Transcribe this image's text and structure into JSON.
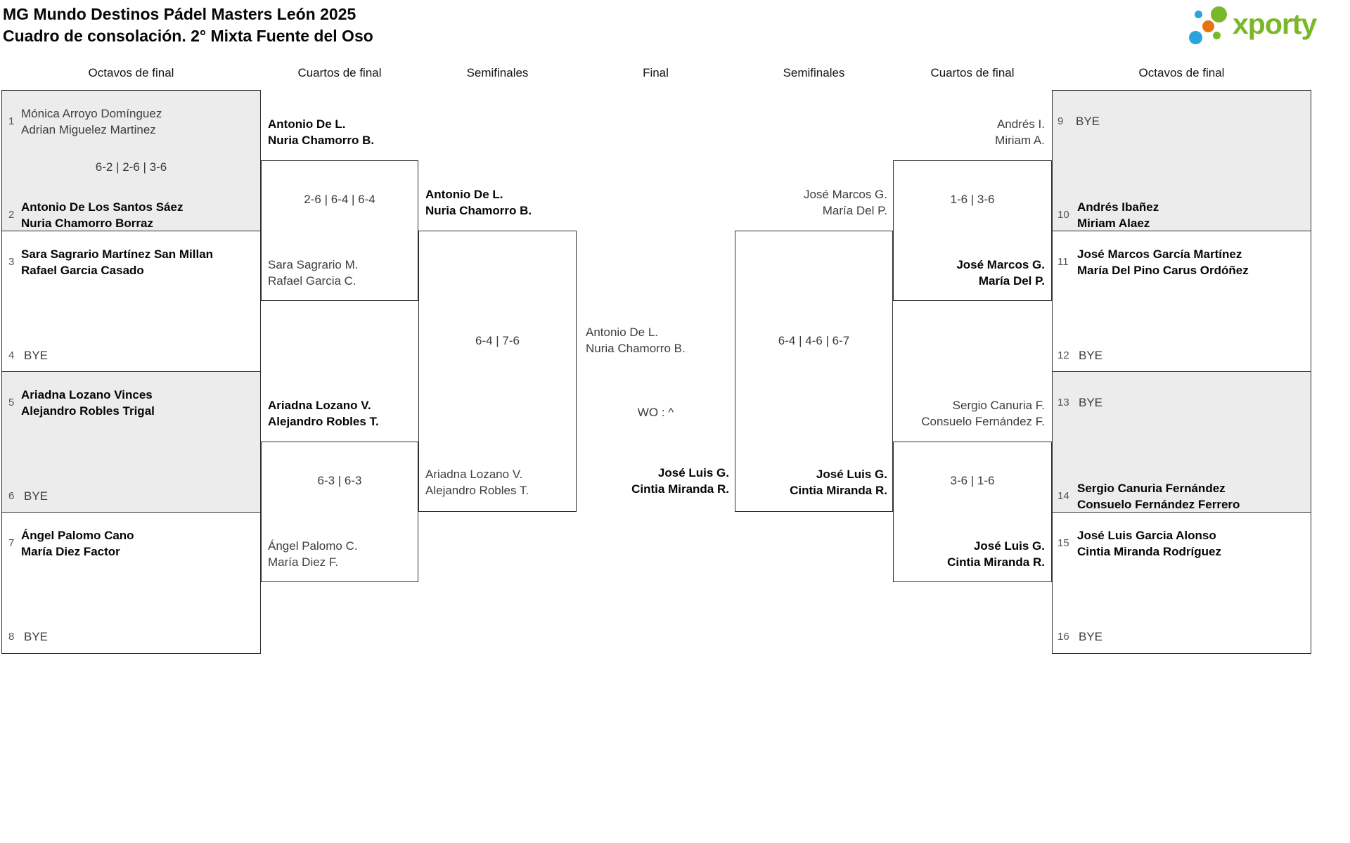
{
  "title": {
    "line1": "MG Mundo Destinos Pádel Masters León 2025",
    "line2": "Cuadro de consolación. 2° Mixta Fuente del Oso"
  },
  "logo": {
    "brand": "xporty",
    "green": "#7ab829",
    "blue": "#29a4dd",
    "orange": "#e87311"
  },
  "headers": [
    "Octavos de final",
    "Cuartos de final",
    "Semifinales",
    "Final",
    "Semifinales",
    "Cuartos de final",
    "Octavos de final"
  ],
  "octavos_left": {
    "m1": {
      "seed_top": "1",
      "top1": "Mónica Arroyo Domínguez",
      "top2": "Adrian Miguelez Martinez",
      "score": "6-2 | 2-6 | 3-6",
      "seed_bottom": "2",
      "bottom1": "Antonio De Los Santos Sáez",
      "bottom2": "Nuria Chamorro Borraz"
    },
    "m2": {
      "seed_top": "3",
      "top1": "Sara Sagrario Martínez San Millan",
      "top2": "Rafael Garcia Casado",
      "seed_bottom": "4",
      "bottom_bye": "BYE"
    },
    "m3": {
      "seed_top": "5",
      "top1": "Ariadna Lozano Vinces",
      "top2": "Alejandro Robles Trigal",
      "seed_bottom": "6",
      "bottom_bye": "BYE"
    },
    "m4": {
      "seed_top": "7",
      "top1": "Ángel Palomo Cano",
      "top2": "María Diez Factor",
      "seed_bottom": "8",
      "bottom_bye": "BYE"
    }
  },
  "octavos_right": {
    "m1": {
      "seed_top": "9",
      "top_bye": "BYE",
      "seed_bottom": "10",
      "bottom1": "Andrés Ibañez",
      "bottom2": "Miriam Alaez"
    },
    "m2": {
      "seed_top": "11",
      "top1": "José Marcos García Martínez",
      "top2": "María Del Pino Carus Ordóñez",
      "seed_bottom": "12",
      "bottom_bye": "BYE"
    },
    "m3": {
      "seed_top": "13",
      "top_bye": "BYE",
      "seed_bottom": "14",
      "bottom1": "Sergio Canuria Fernández",
      "bottom2": "Consuelo Fernández Ferrero"
    },
    "m4": {
      "seed_top": "15",
      "top1": "José Luis Garcia Alonso",
      "top2": "Cintia Miranda Rodríguez",
      "seed_bottom": "16",
      "bottom_bye": "BYE"
    }
  },
  "cuartos_left": {
    "m1": {
      "top1": "Antonio De L.",
      "top2": "Nuria Chamorro B.",
      "score": "2-6 | 6-4 | 6-4",
      "bottom1": "Sara Sagrario M.",
      "bottom2": "Rafael Garcia C."
    },
    "m2": {
      "top1": "Ariadna Lozano V.",
      "top2": "Alejandro Robles T.",
      "score": "6-3 | 6-3",
      "bottom1": "Ángel Palomo C.",
      "bottom2": "María Diez F."
    }
  },
  "cuartos_right": {
    "m1": {
      "top1": "Andrés I.",
      "top2": "Miriam A.",
      "score": "1-6 | 3-6",
      "bottom1": "José Marcos G.",
      "bottom2": "María Del P."
    },
    "m2": {
      "top1": "Sergio Canuria F.",
      "top2": "Consuelo Fernández F.",
      "score": "3-6 | 1-6",
      "bottom1": "José Luis G.",
      "bottom2": "Cintia Miranda R."
    }
  },
  "semis_left": {
    "top1": "Antonio De L.",
    "top2": "Nuria Chamorro B.",
    "score": "6-4 | 7-6",
    "bottom1": "Ariadna Lozano V.",
    "bottom2": "Alejandro Robles T."
  },
  "semis_right": {
    "top1": "José Marcos G.",
    "top2": "María Del P.",
    "score": "6-4 | 4-6 | 6-7",
    "bottom1": "José Luis G.",
    "bottom2": "Cintia Miranda R."
  },
  "final": {
    "top1": "Antonio De L.",
    "top2": "Nuria Chamorro B.",
    "result": "WO : ^",
    "bottom1": "José Luis G.",
    "bottom2": "Cintia Miranda R."
  }
}
